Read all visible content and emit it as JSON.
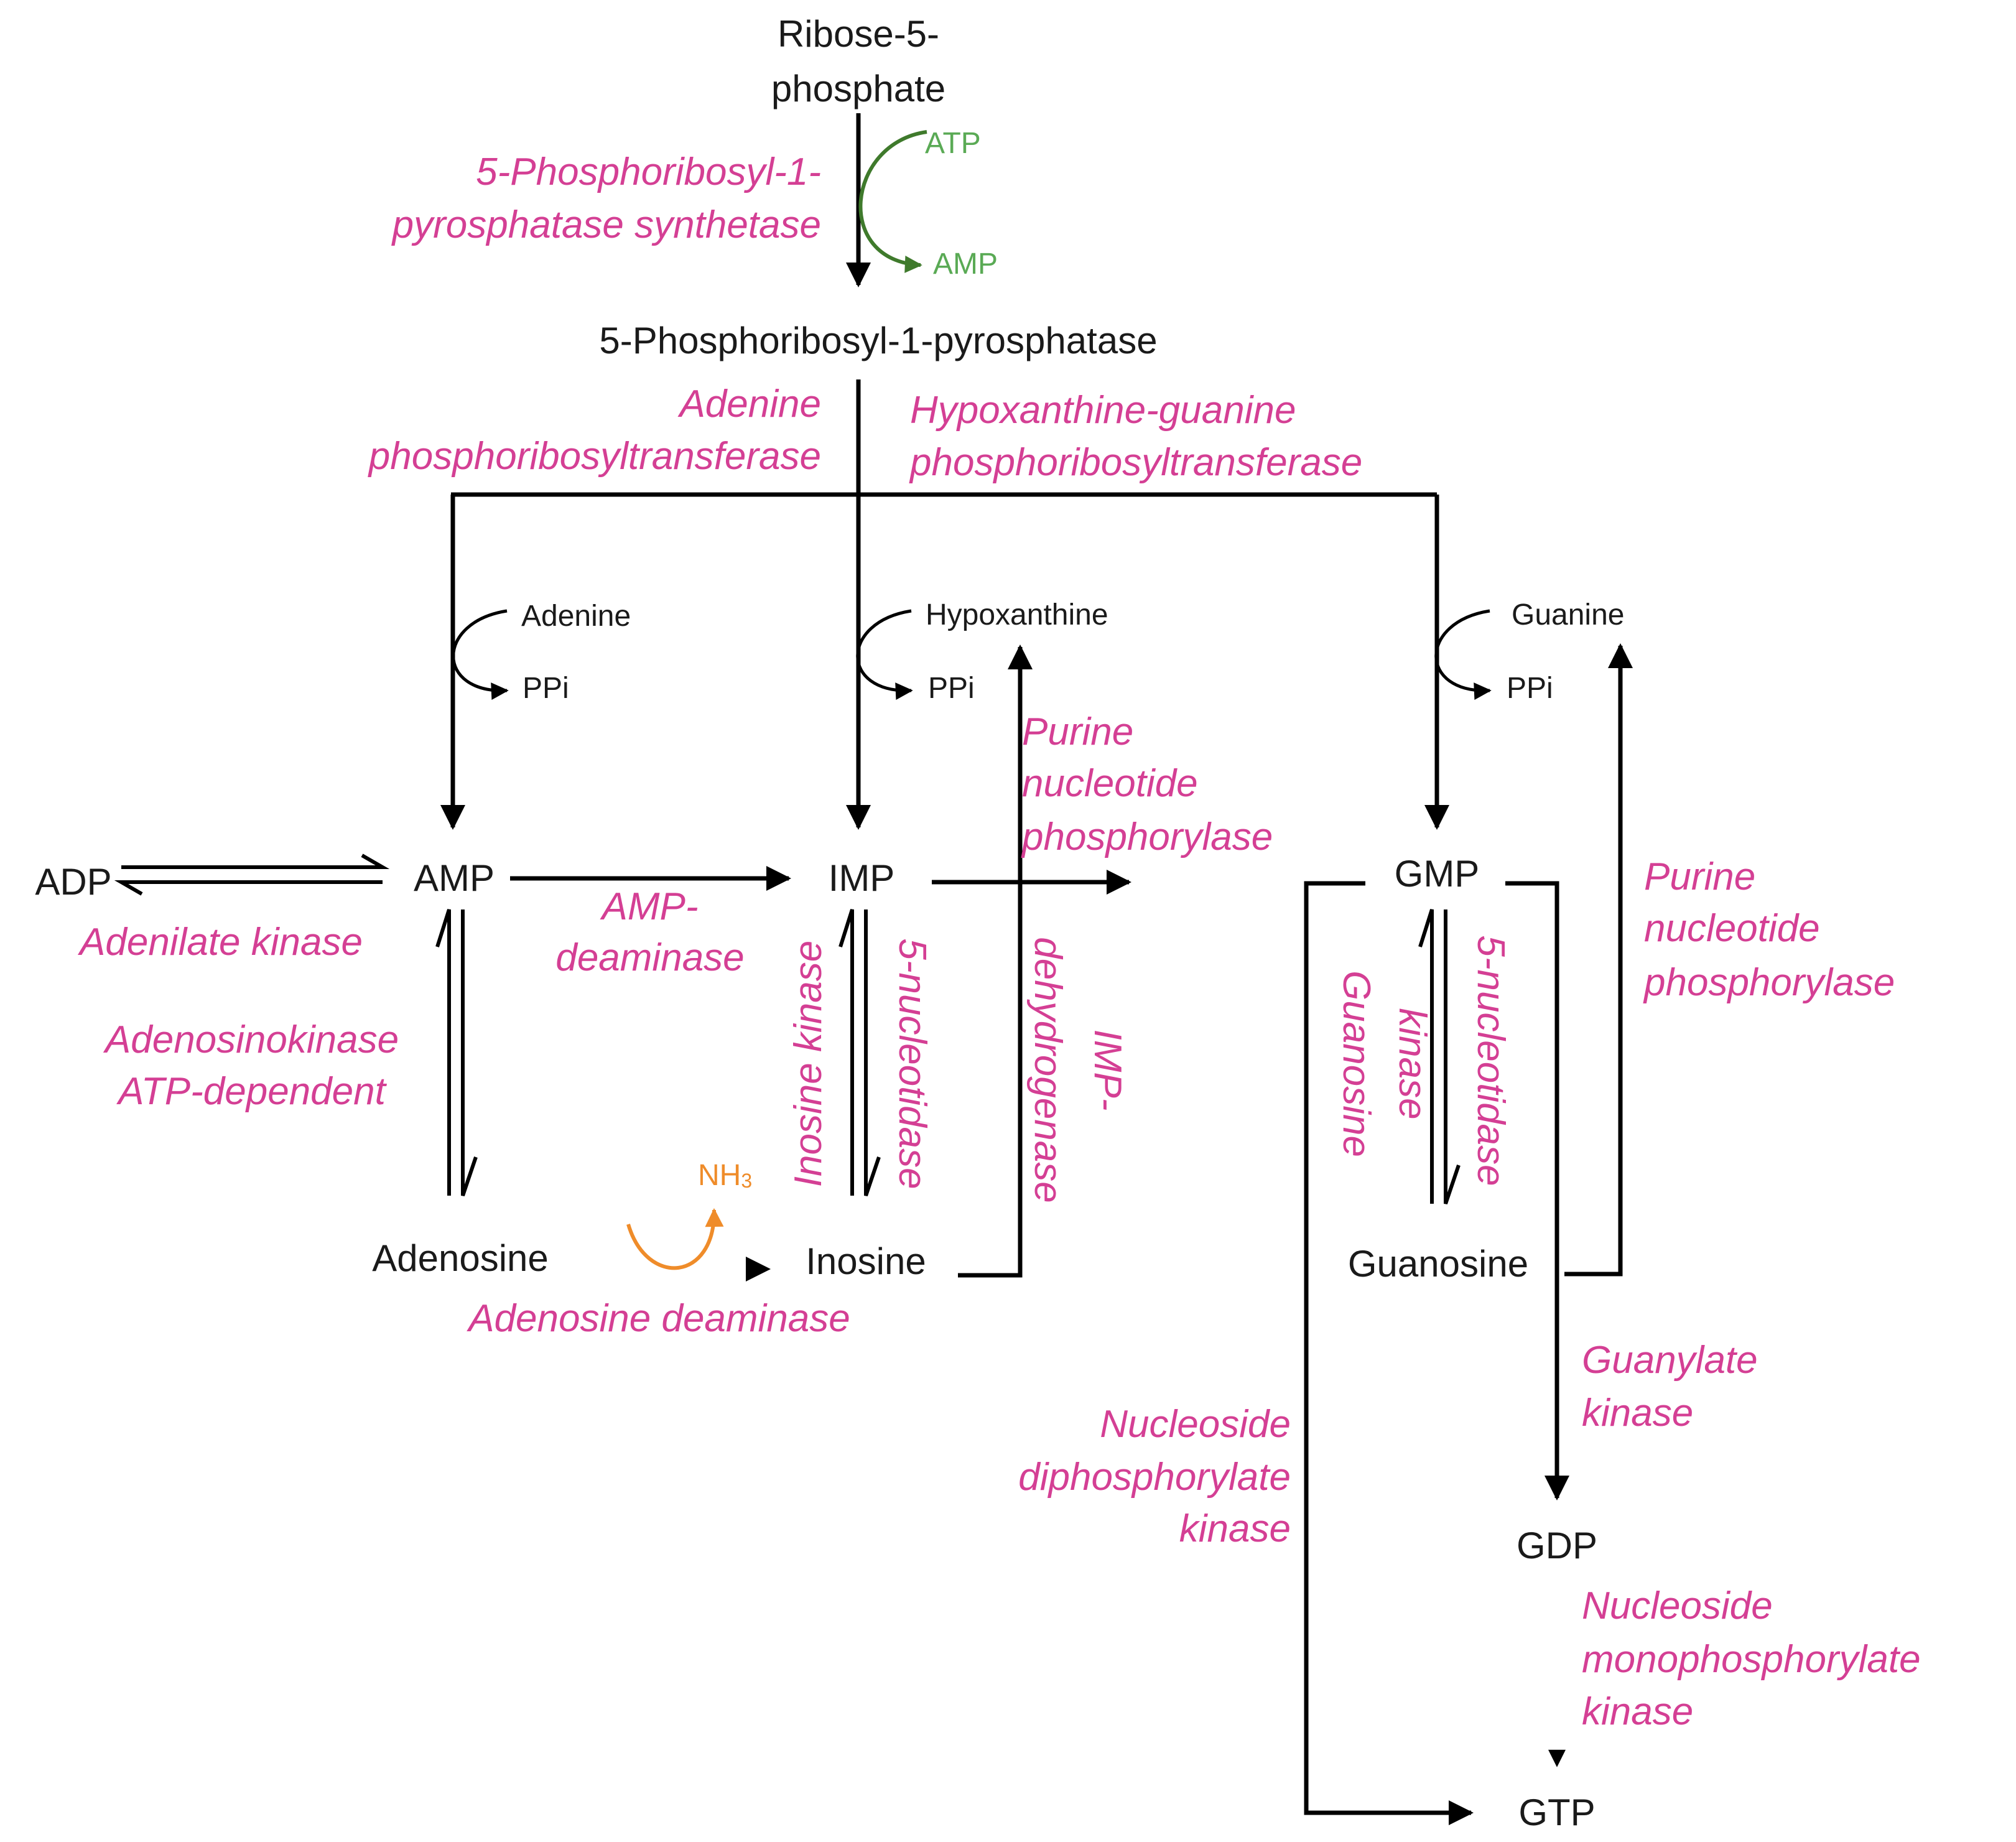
{
  "metabolites": {
    "ribose5p_line1": "Ribose-5-",
    "ribose5p_line2": "phosphate",
    "prpp": "5-Phosphoribosyl-1-pyrosphatase",
    "adp": "ADP",
    "amp": "AMP",
    "imp": "IMP",
    "gmp": "GMP",
    "adenosine": "Adenosine",
    "inosine": "Inosine",
    "guanosine": "Guanosine",
    "gdp": "GDP",
    "gtp": "GTP"
  },
  "cofactors": {
    "atp": "ATP",
    "amp": "AMP",
    "adenine": "Adenine",
    "hypoxanthine": "Hypoxanthine",
    "guanine": "Guanine",
    "ppi": "PPi",
    "nh3": "NH",
    "nh3_sub": "3"
  },
  "enzymes": {
    "prpp_synthetase": [
      "5-Phosphoribosyl-1-",
      "pyrosphatase synthetase"
    ],
    "aprt": [
      "Adenine",
      "phosphoribosyltransferase"
    ],
    "hgprt": [
      "Hypoxanthine-guanine",
      "phosphoribosyltransferase"
    ],
    "adenilate_kinase": "Adenilate kinase",
    "amp_deaminase": [
      "AMP-",
      "deaminase"
    ],
    "adenosinokinase": [
      "Adenosinokinase",
      "ATP-dependent"
    ],
    "adenosine_deaminase": "Adenosine deaminase",
    "inosine_kinase": "Inosine kinase",
    "nucleotidase_imp": "5-nucleotidase",
    "imp_dehydrogenase": [
      "IMP-",
      "dehydrogenase"
    ],
    "pnp_imp": [
      "Purine",
      "nucleotide",
      "phosphorylase"
    ],
    "guanosine_kinase": [
      "Guanosine",
      "kinase"
    ],
    "nucleotidase_gmp": "5-nucleotidase",
    "pnp_gmp": [
      "Purine",
      "nucleotide",
      "phosphorylase"
    ],
    "guanylate_kinase": [
      "Guanylate",
      "kinase"
    ],
    "ndp_kinase": [
      "Nucleoside",
      "diphosphorylate",
      "kinase"
    ],
    "nmp_kinase": [
      "Nucleoside",
      "monophosphorylate",
      "kinase"
    ]
  },
  "colors": {
    "enzyme": "#d43f94",
    "metabolite": "#1a1a1a",
    "atp_cofactor": "#5aaa55",
    "atp_arrow": "#3f7a2c",
    "nh3": "#ef8c2a",
    "arrow": "#000000"
  }
}
